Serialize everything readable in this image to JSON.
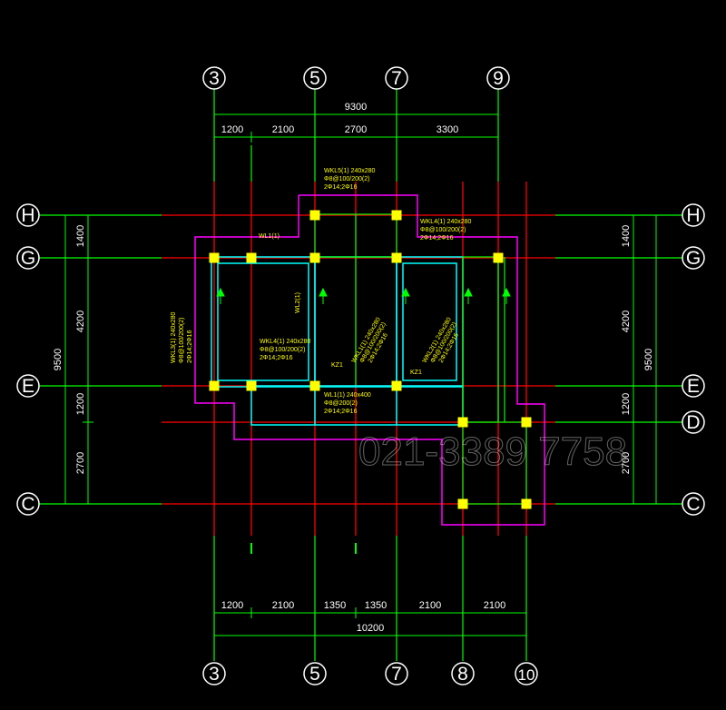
{
  "colors": {
    "background": "#000000",
    "axis_red": "#ff0000",
    "axis_green": "#00ff00",
    "wall_cyan": "#00ffff",
    "outline_magenta": "#ff00ff",
    "column_yellow": "#ffff00",
    "text_white": "#ffffff"
  },
  "grid_bubbles": {
    "top": [
      "3",
      "5",
      "7",
      "9"
    ],
    "bottom": [
      "3",
      "5",
      "7",
      "8",
      "10"
    ],
    "left": [
      "H",
      "G",
      "E",
      "C"
    ],
    "right": [
      "H",
      "G",
      "E",
      "D",
      "C"
    ]
  },
  "dimensions": {
    "top_total": "9300",
    "top_segments": [
      "1200",
      "2100",
      "2700",
      "3300"
    ],
    "bottom_segments": [
      "1200",
      "2100",
      "1350",
      "1350",
      "2100",
      "2100"
    ],
    "bottom_total": "10200",
    "left_segments": [
      "1400",
      "4200",
      "1200",
      "2700"
    ],
    "left_total": "9500",
    "right_segments": [
      "1400",
      "4200",
      "1200",
      "2700"
    ],
    "right_total": "9500"
  },
  "annotations": {
    "beam_top": [
      "WKL5(1) 240x280",
      "Φ8@100/200(2)",
      "2Φ14;2Φ16"
    ],
    "beam_top_right": [
      "WKL4(1) 240x280",
      "Φ8@100/200(2)",
      "2Φ14;2Φ16"
    ],
    "beam_small": "WL1(1)",
    "beam_center": [
      "WKL4(1) 240x280",
      "Φ8@100/200(2)",
      "2Φ14;2Φ16"
    ],
    "beam_mid_lower": [
      "WL1(1) 240x400",
      "Φ8@200(2)",
      "2Φ14;2Φ16"
    ],
    "beam_left_vertical": [
      "WKL3(1) 240x280",
      "Φ8@100/200(2)",
      "2Φ14;2Φ16"
    ],
    "beam_vertical_a": [
      "WKL1(1) 240x280",
      "Φ8@100/200(2)",
      "2Φ14;2Φ16"
    ],
    "beam_vertical_b": [
      "WKL2(1) 240x280",
      "Φ8@100/200(2)",
      "2Φ14;2Φ16"
    ],
    "beam_vertical_small": "WL2(1)",
    "slab_tag": "KZ1",
    "slab_tag_2": "KZ1",
    "watermark": "021-3389 7758"
  }
}
